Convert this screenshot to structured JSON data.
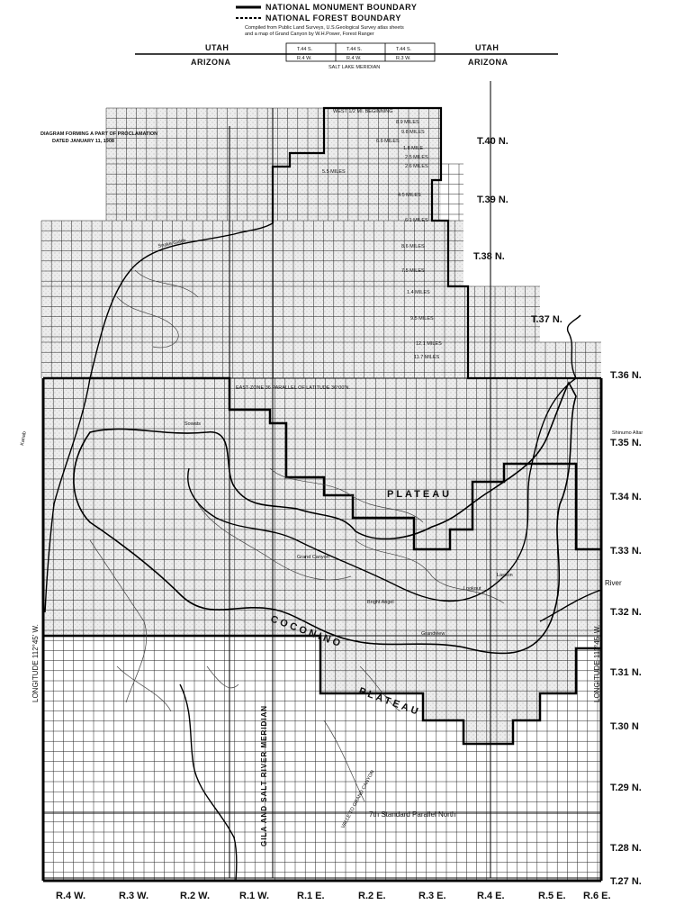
{
  "legend": {
    "monument_boundary": "NATIONAL MONUMENT BOUNDARY",
    "forest_boundary": "NATIONAL FOREST BOUNDARY",
    "compiled_line1": "Compiled from Public Land Surveys, U.S.Geological Survey atlas sheets",
    "compiled_line2": "and a map of Grand Canyon by W.H.Power, Forest Ranger"
  },
  "diagram_note_line1": "DIAGRAM FORMING A PART OF PROCLAMATION",
  "diagram_note_line2": "DATED JANUARY 11, 1908",
  "state_labels": {
    "left_top": "UTAH",
    "left_bottom": "ARIZONA",
    "right_top": "UTAH",
    "right_bottom": "ARIZONA"
  },
  "utah_townships": [
    "T.44 S.",
    "T.44 S.",
    "T.44 S."
  ],
  "utah_ranges": [
    "R.4 W.",
    "R.4 W.",
    "R.3 W."
  ],
  "salt_lake_meridian": "SALT LAKE MERIDIAN",
  "township_labels": [
    "T.40 N.",
    "T.39 N.",
    "T.38 N.",
    "T.37 N.",
    "T.36 N.",
    "T.35 N.",
    "T.34 N.",
    "T.33 N.",
    "T.32 N.",
    "T.31 N.",
    "T.30 N",
    "T.29 N.",
    "T.28 N.",
    "T.27 N."
  ],
  "range_labels": [
    "R.4 W.",
    "R.3 W.",
    "R.2 W.",
    "R.1 W.",
    "R.1 E.",
    "R.2 E.",
    "R.3 E.",
    "R.4 E.",
    "R.5 E.",
    "R.6 E."
  ],
  "meridian_label": "GILA AND SALT RIVER MERIDIAN",
  "parallel_label": "EAST-ZONE 36 PARALLEL OF LATITUDE 36°00'N.",
  "standard_parallel": "7th Standard Parallel North",
  "longitude_left": "LONGITUDE 112°45' W.",
  "longitude_right": "LONGITUDE 111°45' W.",
  "plateau_label": "PLATEAU",
  "coconino_label": "COCONINO",
  "plateau_lower": "PLATEAU",
  "valley_road": "VALLE TO GRAND CANYON",
  "river_label": "River",
  "altar_label": "Shinumo Altar",
  "west_coordinate": "WEST 1/2 MI. BEGINNING",
  "mile_markers": [
    "8.9 MILES",
    "9.8 MILES",
    "6.6 MILES",
    "1.8 MILE",
    "2.5 MILES",
    "2.6 MILES",
    "5.5 MILES",
    "4.5 MILES",
    "6.1 MILES",
    "8.6 MILES",
    "7.5 MILES",
    "1.4 MILES",
    "9.5 MILES",
    "12.1 MILES",
    "11.7 MILES"
  ],
  "place_labels": [
    "Snake Gulch",
    "Kanab",
    "Sowats",
    "Grand Canyon",
    "Lookout",
    "Bright Angel",
    "Grandview",
    "Lasson"
  ]
}
